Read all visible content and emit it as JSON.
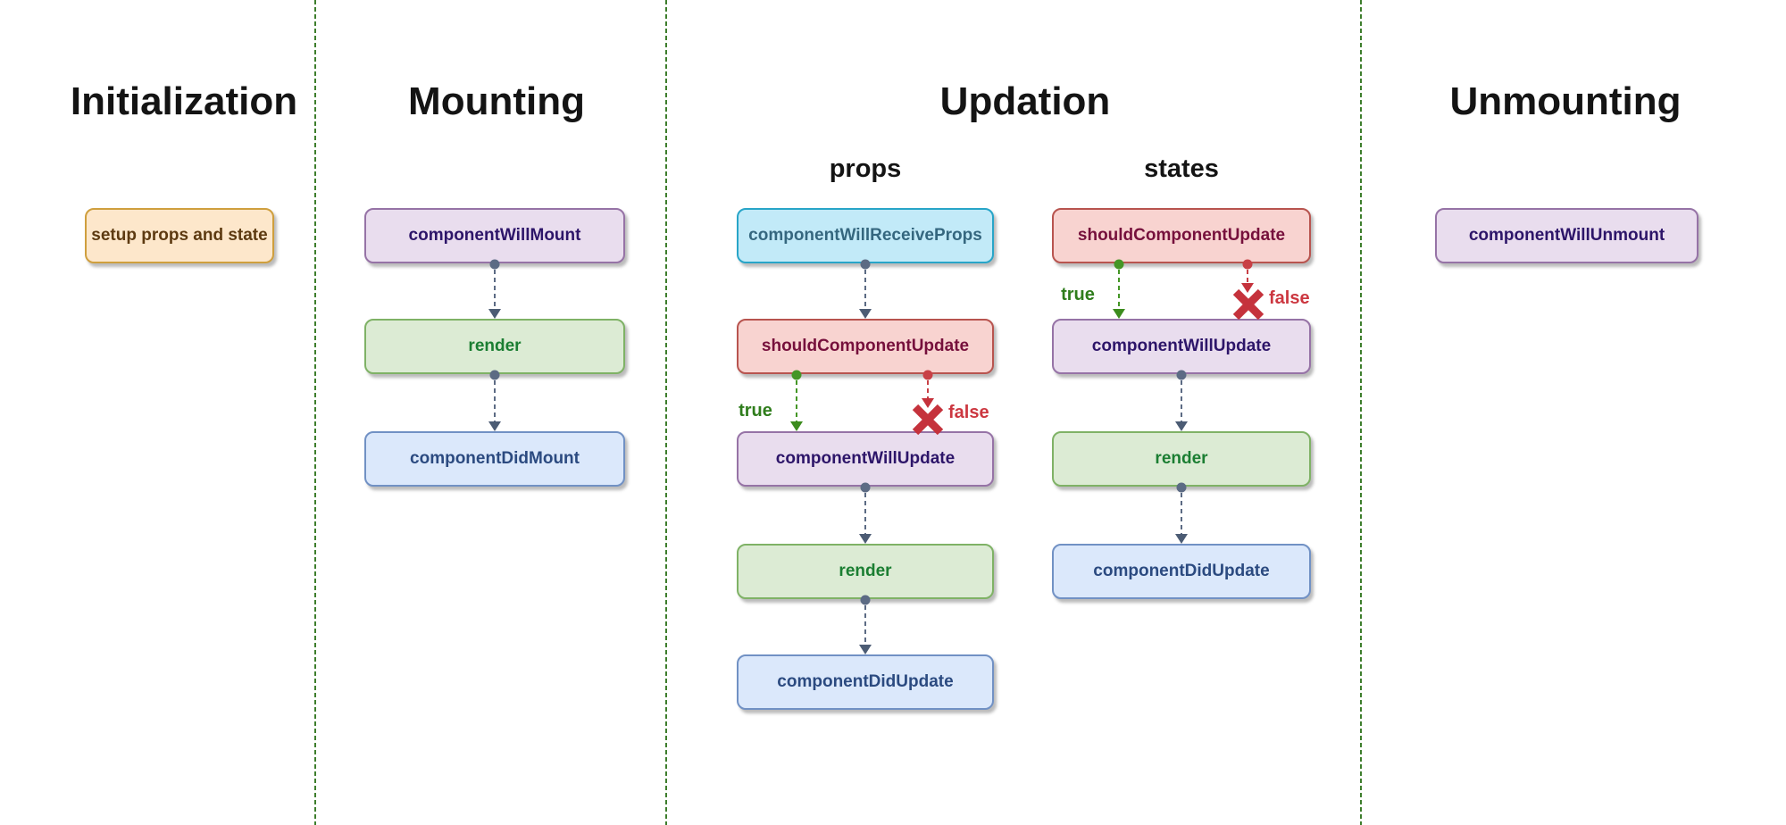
{
  "phases": {
    "initialization": {
      "title": "Initialization",
      "node": "setup props and state"
    },
    "mounting": {
      "title": "Mounting",
      "nodes": [
        "componentWillMount",
        "render",
        "componentDidMount"
      ]
    },
    "updation": {
      "title": "Updation",
      "props_label": "props",
      "states_label": "states",
      "props_nodes": [
        "componentWillReceiveProps",
        "shouldComponentUpdate",
        "componentWillUpdate",
        "render",
        "componentDidUpdate"
      ],
      "states_nodes": [
        "shouldComponentUpdate",
        "componentWillUpdate",
        "render",
        "componentDidUpdate"
      ],
      "branch_true": "true",
      "branch_false": "false"
    },
    "unmounting": {
      "title": "Unmounting",
      "node": "componentWillUnmount"
    }
  },
  "palette": {
    "separator_green": "#3e7e2d",
    "node_orange_fill": "#fde7cb",
    "node_orange_border": "#cf9f3e",
    "node_orange_text": "#5d3a11",
    "node_purple_fill": "#e9ddee",
    "node_purple_border": "#9673a6",
    "node_purple_text": "#2d1569",
    "node_green_fill": "#dcebd4",
    "node_green_border": "#7fb266",
    "node_green_text": "#1b7e32",
    "node_blue_fill": "#dbe8fb",
    "node_blue_border": "#7191c4",
    "node_blue_text": "#2b4a80",
    "node_cyan_fill": "#c2eaf8",
    "node_cyan_border": "#28a5c8",
    "node_cyan_text": "#35677f",
    "node_red_fill": "#f8d3d0",
    "node_red_border": "#b8544f",
    "node_red_text": "#76103c",
    "connector_slate": "#5c6b84",
    "branch_true_green": "#2f7d1c",
    "branch_false_red": "#cc3740"
  }
}
